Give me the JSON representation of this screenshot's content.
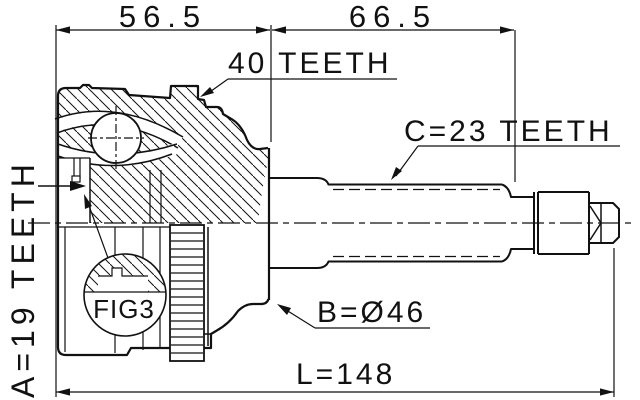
{
  "drawing": {
    "dimensions": {
      "width_left": "56.5",
      "width_right": "66.5",
      "total_length": "L=148"
    },
    "labels": {
      "abs_ring": "40 TEETH",
      "outer_spline": "C=23 TEETH",
      "inner_spline": "A=19 TEETH",
      "diameter": "B=Ø46",
      "figure_ref": "FIG3"
    },
    "colors": {
      "line": "#111111",
      "background": "#ffffff"
    }
  }
}
